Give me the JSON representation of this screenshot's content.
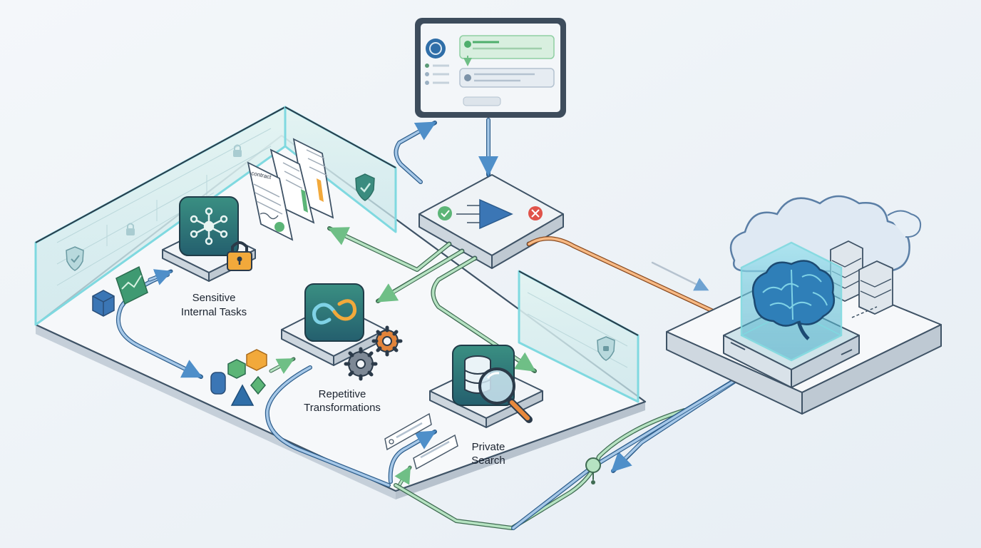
{
  "nodes": {
    "sensitive": {
      "line1": "Sensitive",
      "line2": "Internal Tasks"
    },
    "repetitive": {
      "line1": "Repetitive",
      "line2": "Transformations"
    },
    "search": {
      "line1": "Private",
      "line2": "Search"
    }
  },
  "document": {
    "heading": "contract"
  },
  "colors": {
    "green_flow": "#6fbf86",
    "blue_flow": "#4f8fc9",
    "orange_flow": "#e8893c",
    "tile_teal": "#2f7d73",
    "accent_blue": "#3b76b5"
  },
  "icons": [
    "network-icon",
    "lock-icon",
    "refresh-cycle-icon",
    "gear-icon",
    "database-icon",
    "magnifier-icon",
    "shield-icon",
    "brain-icon",
    "server-icon",
    "cloud-icon",
    "check-icon",
    "x-icon",
    "document-icon"
  ]
}
